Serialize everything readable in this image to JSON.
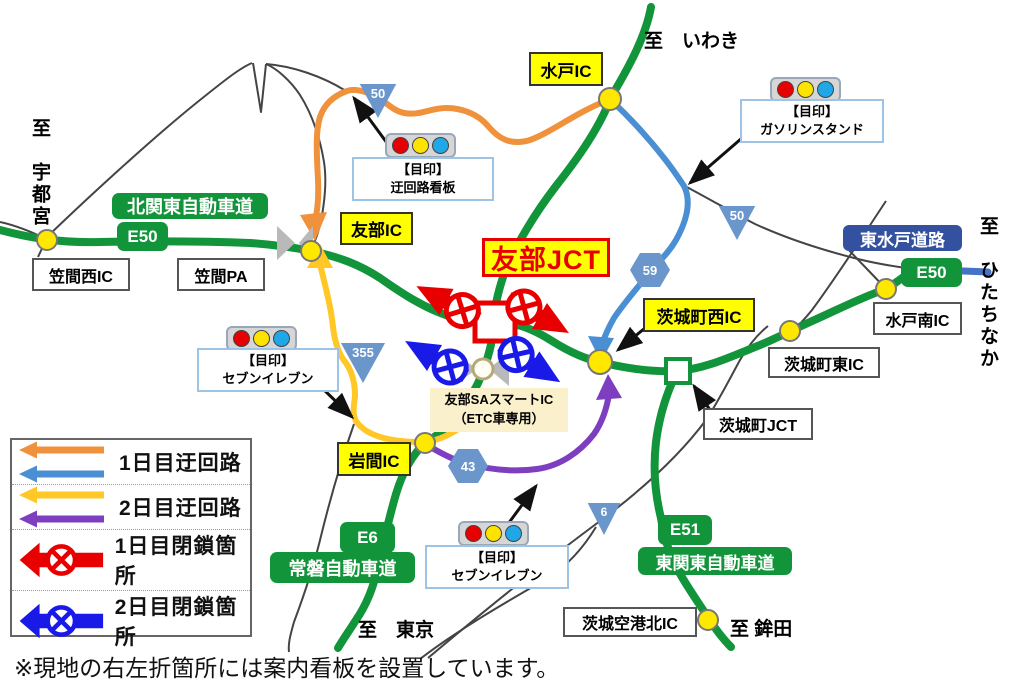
{
  "junction": {
    "label": "友部JCT"
  },
  "labels": {
    "yellow": [
      {
        "text": "水戸IC"
      },
      {
        "text": "友部IC"
      },
      {
        "text": "茨城町西IC"
      },
      {
        "text": "岩間IC"
      }
    ],
    "white": [
      {
        "text": "笠間西IC"
      },
      {
        "text": "笠間PA"
      },
      {
        "text": "水戸南IC"
      },
      {
        "text": "茨城町東IC"
      },
      {
        "text": "茨城町JCT"
      },
      {
        "text": "茨城空港北IC"
      }
    ],
    "green": [
      {
        "text": "北関東自動車道"
      },
      {
        "text": "E50"
      },
      {
        "text": "E50"
      },
      {
        "text": "E6"
      },
      {
        "text": "常磐自動車道"
      },
      {
        "text": "E51"
      },
      {
        "text": "東関東自動車道"
      }
    ],
    "blue_road": "東水戸道路"
  },
  "sa": {
    "line1": "友部SAスマートIC",
    "line2": "（ETC車専用）"
  },
  "markers": [
    {
      "title": "【目印】",
      "name": "迂回路看板"
    },
    {
      "title": "【目印】",
      "name": "ガソリンスタンド"
    },
    {
      "title": "【目印】",
      "name": "セブンイレブン"
    },
    {
      "title": "【目印】",
      "name": "セブンイレブン"
    }
  ],
  "destinations": [
    {
      "text": "至　いわき"
    },
    {
      "text": "至　宇都宮"
    },
    {
      "text": "至　ひたちなか"
    },
    {
      "text": "至　東京"
    },
    {
      "text": "至 鉾田"
    }
  ],
  "shields": [
    {
      "type": "triangle",
      "num": "50"
    },
    {
      "type": "triangle",
      "num": "50"
    },
    {
      "type": "hexagon",
      "num": "59"
    },
    {
      "type": "triangle",
      "num": "355"
    },
    {
      "type": "hexagon",
      "num": "43"
    },
    {
      "type": "triangle",
      "num": "6"
    }
  ],
  "legend": {
    "rows": [
      {
        "label": "1日目迂回路"
      },
      {
        "label": "2日目迂回路"
      },
      {
        "label": "1日目閉鎖箇所"
      },
      {
        "label": "2日目閉鎖箇所"
      }
    ]
  },
  "note": {
    "text": "※現地の右左折箇所には案内看板を設置しています。"
  },
  "colors": {
    "day1_detour_orange": "#f0913c",
    "day1_detour_blue": "#4a8fd3",
    "day2_detour_yellow": "#ffc827",
    "day2_detour_purple": "#7d3fbf",
    "day1_closure_red": "#e80000",
    "day2_closure_blue": "#1a1ae8",
    "expressway_green": "#12953a",
    "higashimito_blue": "#33519e",
    "ic_marker_yellow": "#ffe800",
    "route_shield_blue": "#6a96cc"
  }
}
